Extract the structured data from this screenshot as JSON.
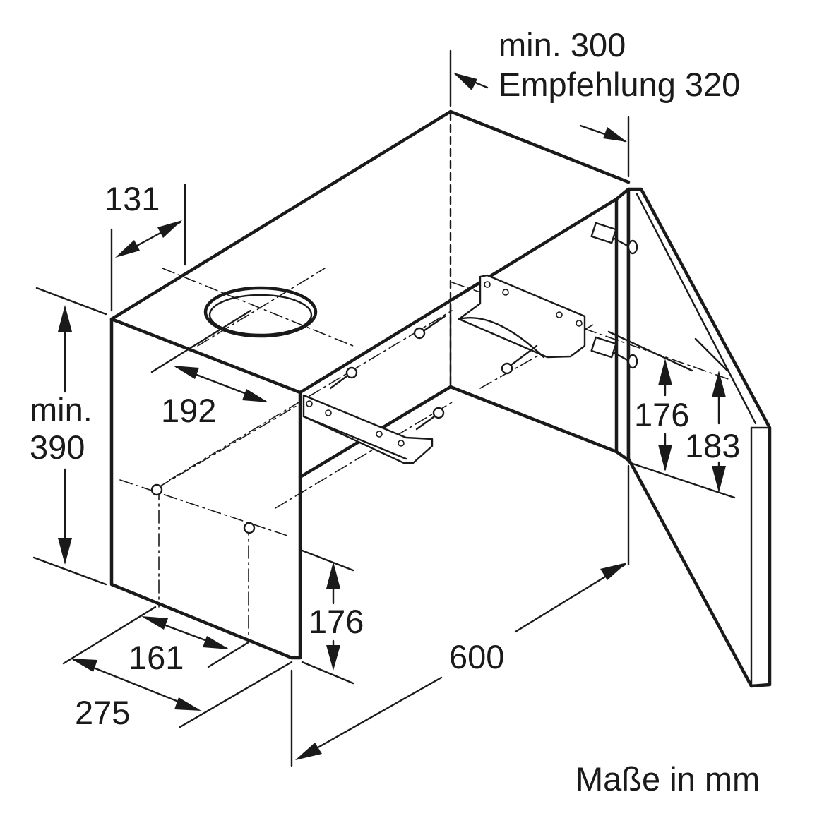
{
  "labels": {
    "depth_min": "min. 300",
    "depth_recommended": "Empfehlung 320",
    "top_offset": "131",
    "height_min_1": "min.",
    "height_min_2": "390",
    "duct_offset": "192",
    "side_bracket_height": "176",
    "front_bracket_height": "183",
    "bottom_bracket_height": "176",
    "front_hole_offset": "161",
    "depth": "275",
    "width": "600",
    "units": "Maße in mm"
  }
}
